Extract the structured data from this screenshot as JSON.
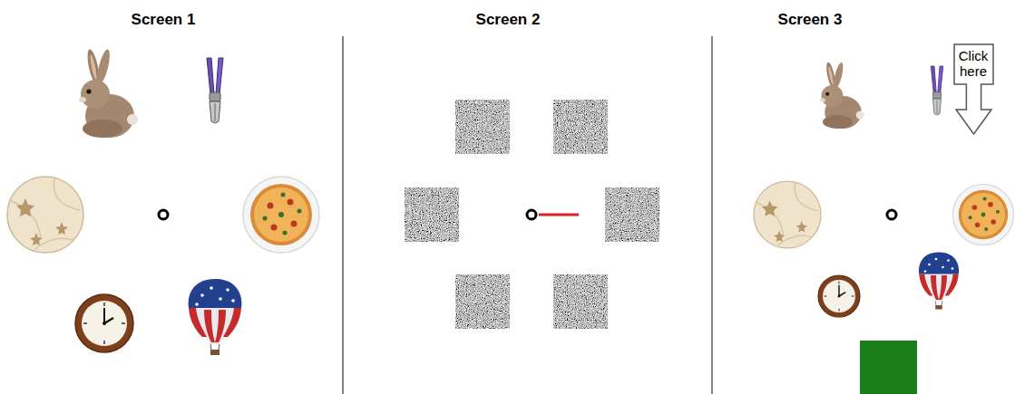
{
  "diagram": {
    "nodes": [
      {
        "text": [
          "Click here"
        ]
      }
    ],
    "edges": [],
    "labels": [
      "Screen 1",
      "Screen 2",
      "Screen 3"
    ]
  }
}
